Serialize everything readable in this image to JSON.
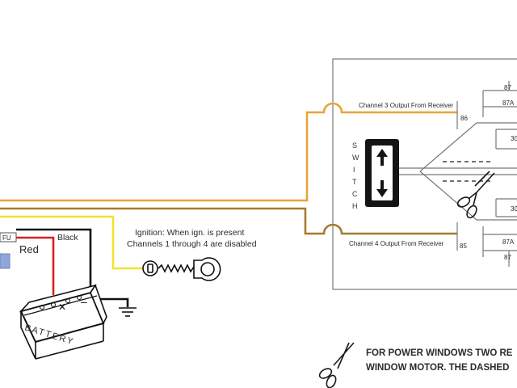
{
  "labels": {
    "channel3": "Channel 3 Output From Receiver",
    "channel4": "Channel 4 Output From Receiver",
    "ignition_line1": "Ignition: When ign. is present",
    "ignition_line2": "Channels 1 through 4 are disabled",
    "red": "Red",
    "black": "Black",
    "fuse": "FU",
    "battery": "BATTERY",
    "switch_letters": [
      "S",
      "W",
      "I",
      "T",
      "C",
      "H"
    ]
  },
  "pins": {
    "p87_top": "87",
    "p87a_top": "87A",
    "p86": "86",
    "p30_top": "30",
    "p30_bot": "30",
    "p85": "85",
    "p87a_bot": "87A",
    "p87_bot": "87"
  },
  "note": {
    "line1": "FOR POWER WINDOWS TWO RE",
    "line2": "WINDOW MOTOR.  THE DASHED"
  },
  "colors": {
    "channel3_wire": "#e8a33a",
    "channel4_wire": "#a87a2c",
    "ignition_wire": "#f2e22c",
    "red_wire": "#d62020",
    "black_wire": "#111111",
    "relay_box": "#7a7a7a"
  }
}
